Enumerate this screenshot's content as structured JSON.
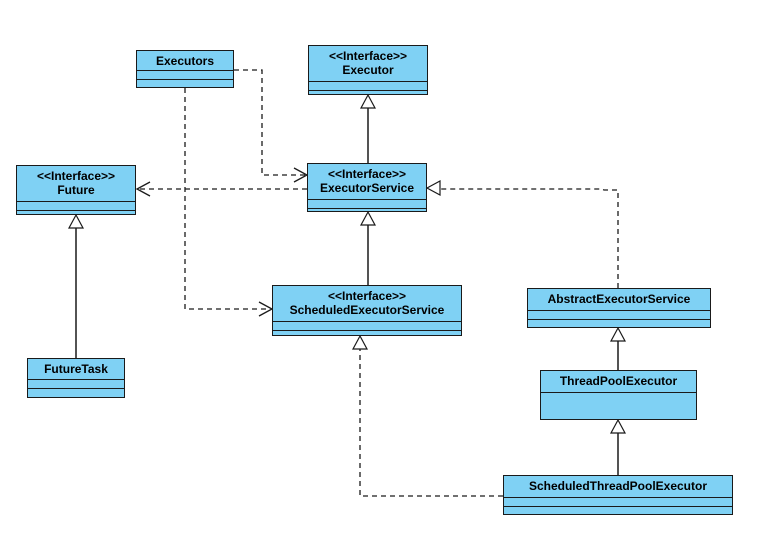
{
  "diagram": {
    "classes": {
      "executors": {
        "name": "Executors"
      },
      "executor": {
        "stereotype": "<<Interface>>",
        "name": "Executor"
      },
      "future": {
        "stereotype": "<<Interface>>",
        "name": "Future"
      },
      "executor_service": {
        "stereotype": "<<Interface>>",
        "name": "ExecutorService"
      },
      "scheduled_executor_service": {
        "stereotype": "<<Interface>>",
        "name": "ScheduledExecutorService"
      },
      "abstract_executor_service": {
        "name": "AbstractExecutorService"
      },
      "future_task": {
        "name": "FutureTask"
      },
      "thread_pool_executor": {
        "name": "ThreadPoolExecutor"
      },
      "scheduled_thread_pool_executor": {
        "name": "ScheduledThreadPoolExecutor"
      }
    },
    "colors": {
      "box_fill": "#7fd1f4",
      "line": "#1a1a1a"
    }
  }
}
